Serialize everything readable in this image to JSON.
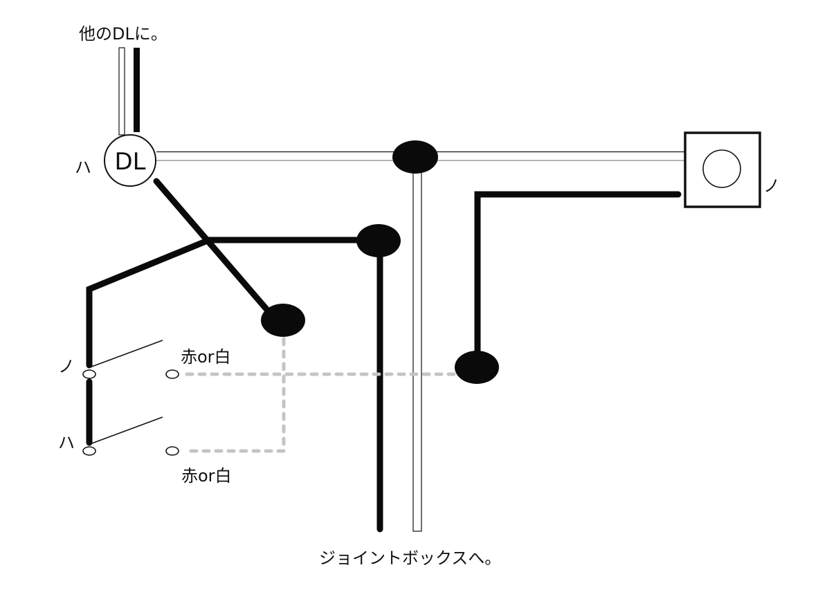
{
  "labels": {
    "to_other_dl": "他のDLに。",
    "dl": "DL",
    "ha_dl": "ハ",
    "no_outlet": "ノ",
    "no_switch": "ノ",
    "ha_switch": "ハ",
    "red_or_white_top": "赤or白",
    "red_or_white_bottom": "赤or白",
    "to_junction_box": "ジョイントボックスへ。"
  },
  "colors": {
    "black_wire": "#0a0a0a",
    "white_wire_fill": "#ffffff",
    "white_wire_edge": "#111111",
    "dashed_wire": "#c4c4c4",
    "junction": "#0a0a0a"
  }
}
